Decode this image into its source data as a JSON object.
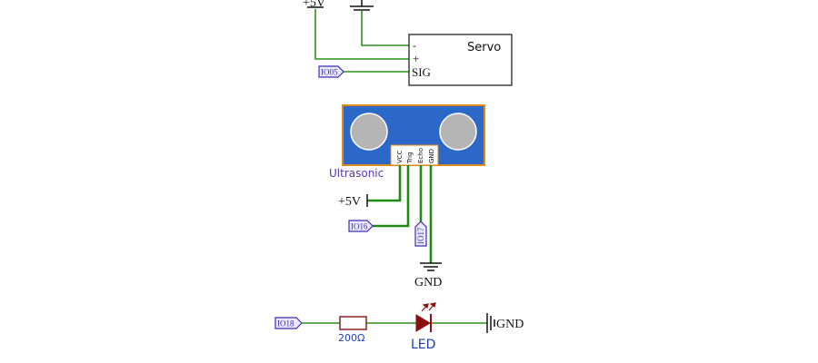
{
  "power": {
    "top_supply": "+5V",
    "sensor_supply": "+5V",
    "sensor_ground": "GND",
    "led_ground": "GND"
  },
  "servo": {
    "name": "Servo",
    "pins": [
      "-",
      "+",
      "SIG"
    ]
  },
  "ultrasonic": {
    "name": "Ultrasonic",
    "pins": [
      "VCC",
      "Trig",
      "Echo",
      "GND"
    ]
  },
  "ports": {
    "servo_signal": "IO05",
    "trig": "IO16",
    "echo": "IO17",
    "led": "IO18"
  },
  "resistor": {
    "value": "200Ω"
  },
  "led": {
    "name": "LED"
  },
  "colors": {
    "wire": "#2f8f1f",
    "sensor_wire": "#1f8a12",
    "port": "#3a2fb0",
    "port_fill": "#ebe8ff",
    "sensor_board": "#2c68c7",
    "sensor_border": "#e08a1a",
    "resistor": "#8b1e1e",
    "led": "#8b1010",
    "label_blue": "#1c3fb8",
    "label_purple": "#5a36b5"
  }
}
